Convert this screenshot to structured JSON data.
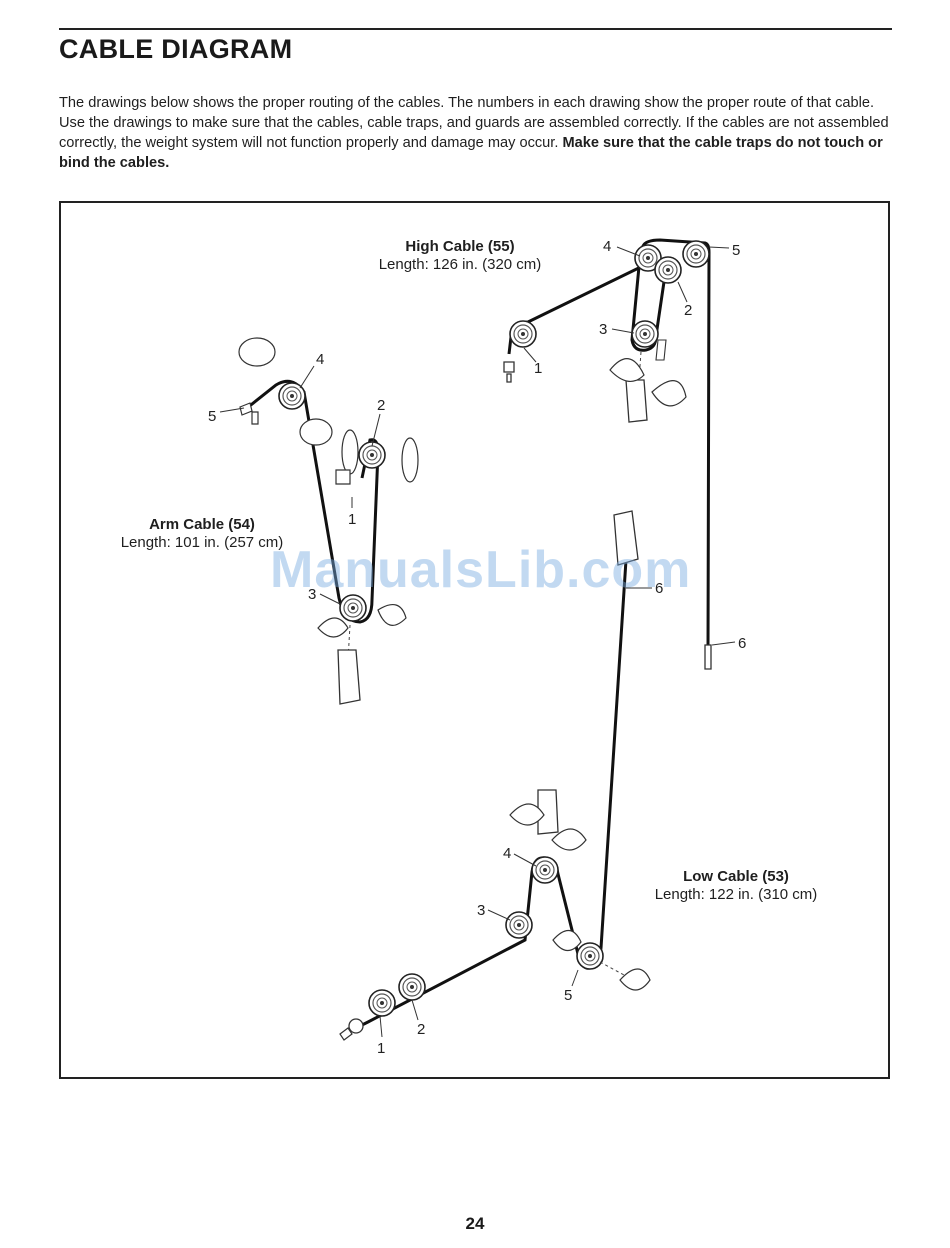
{
  "page": {
    "title": "CABLE DIAGRAM",
    "intro_text": "The drawings below shows the proper routing of the cables. The numbers in each drawing show the proper route of that cable. Use the drawings to make sure that the cables, cable traps, and guards are assembled correctly. If the cables are not assembled correctly, the weight system will not function properly and damage may occur.",
    "intro_bold": "Make sure that the cable traps do not touch or bind the cables.",
    "page_number": "24",
    "watermark": "ManualsLib.com"
  },
  "cables": {
    "high": {
      "name": "High Cable (55)",
      "length": "Length: 126 in. (320 cm)"
    },
    "arm": {
      "name": "Arm Cable (54)",
      "length": "Length: 101 in. (257 cm)"
    },
    "low": {
      "name": "Low Cable (53)",
      "length": "Length: 122 in. (310 cm)"
    }
  },
  "callouts": {
    "high": [
      "1",
      "2",
      "3",
      "4",
      "5",
      "6"
    ],
    "arm": [
      "1",
      "2",
      "3",
      "4",
      "5"
    ],
    "low": [
      "1",
      "2",
      "3",
      "4",
      "5",
      "6"
    ]
  }
}
